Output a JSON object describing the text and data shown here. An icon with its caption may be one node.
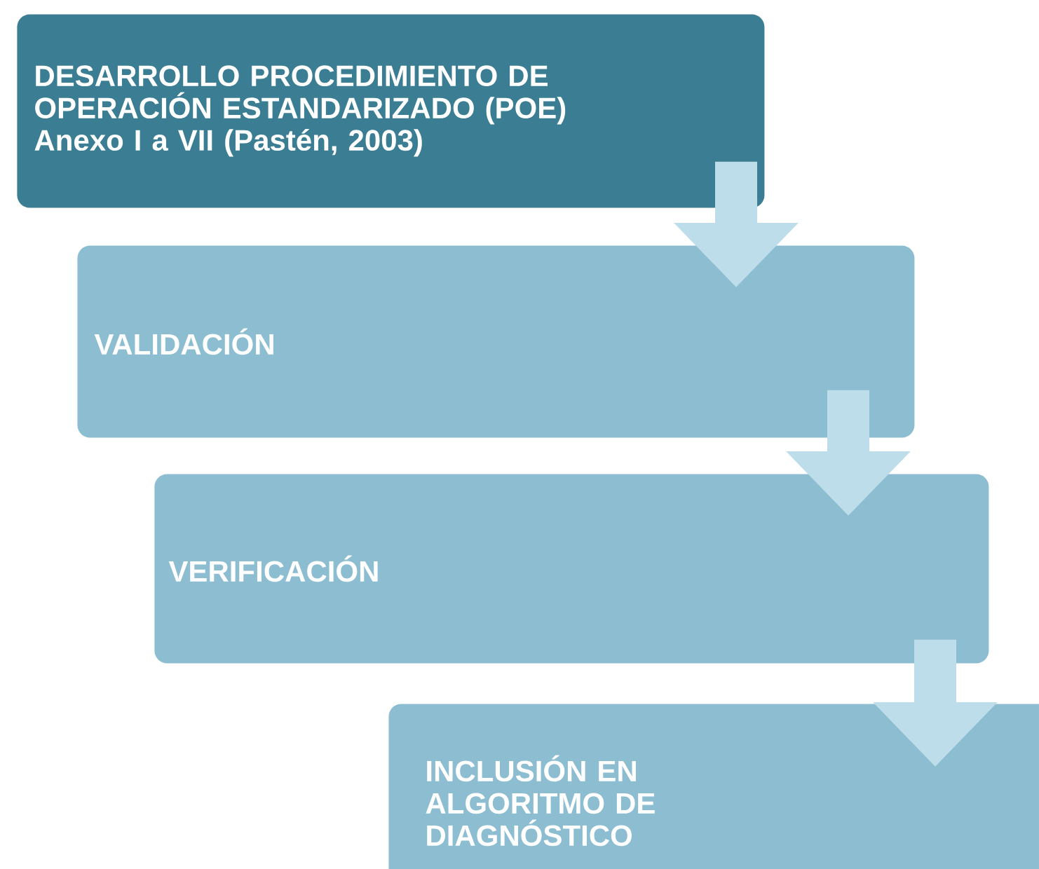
{
  "diagram": {
    "nodes": [
      {
        "text": [
          "DESARROLLO PROCEDIMIENTO DE OPERACIÓN ESTANDARIZADO (POE)",
          "Anexo I a VII (Pastén, 2003)"
        ]
      },
      {
        "text": [
          "VALIDACIÓN"
        ]
      },
      {
        "text": [
          "VERIFICACIÓN"
        ]
      },
      {
        "text": [
          "INCLUSIÓN EN ALGORITMO DE DIAGNÓSTICO"
        ]
      }
    ],
    "edges": [
      {
        "from": 0,
        "to": 1,
        "arrow": "to"
      },
      {
        "from": 1,
        "to": 2,
        "arrow": "to"
      },
      {
        "from": 2,
        "to": 3,
        "arrow": "to"
      }
    ]
  }
}
